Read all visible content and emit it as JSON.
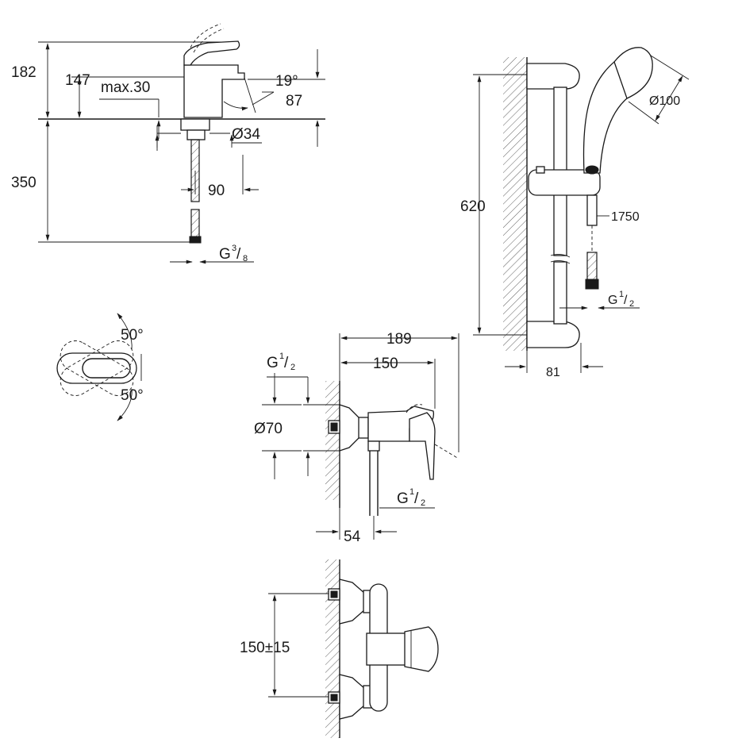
{
  "basin_mixer": {
    "dim_total_height": "182",
    "dim_spout_height": "147",
    "dim_max_deck": "max.30",
    "dim_angle": "19°",
    "dim_spout_clearance": "87",
    "dim_diameter": "Ø34",
    "dim_hose_length": "350",
    "dim_projection": "90",
    "connection_thread": "G",
    "connection_sup": "3",
    "connection_sub": "8"
  },
  "handle_rotation": {
    "angle_top": "50°",
    "angle_bottom": "50°"
  },
  "shower_rail": {
    "dim_head_diameter": "Ø100",
    "dim_rail_height": "620",
    "dim_hose_length": "1750",
    "connection_thread": "G",
    "connection_sup": "1",
    "connection_sub": "2",
    "dim_wall_offset": "81"
  },
  "shower_mixer": {
    "dim_overall": "189",
    "dim_lever": "150",
    "inlet_thread": "G",
    "inlet_sup": "1",
    "inlet_sub": "2",
    "dim_escutcheon": "Ø70",
    "outlet_thread": "G",
    "outlet_sup": "1",
    "outlet_sub": "2",
    "dim_outlet_offset": "54",
    "dim_inlet_spacing": "150±15"
  }
}
